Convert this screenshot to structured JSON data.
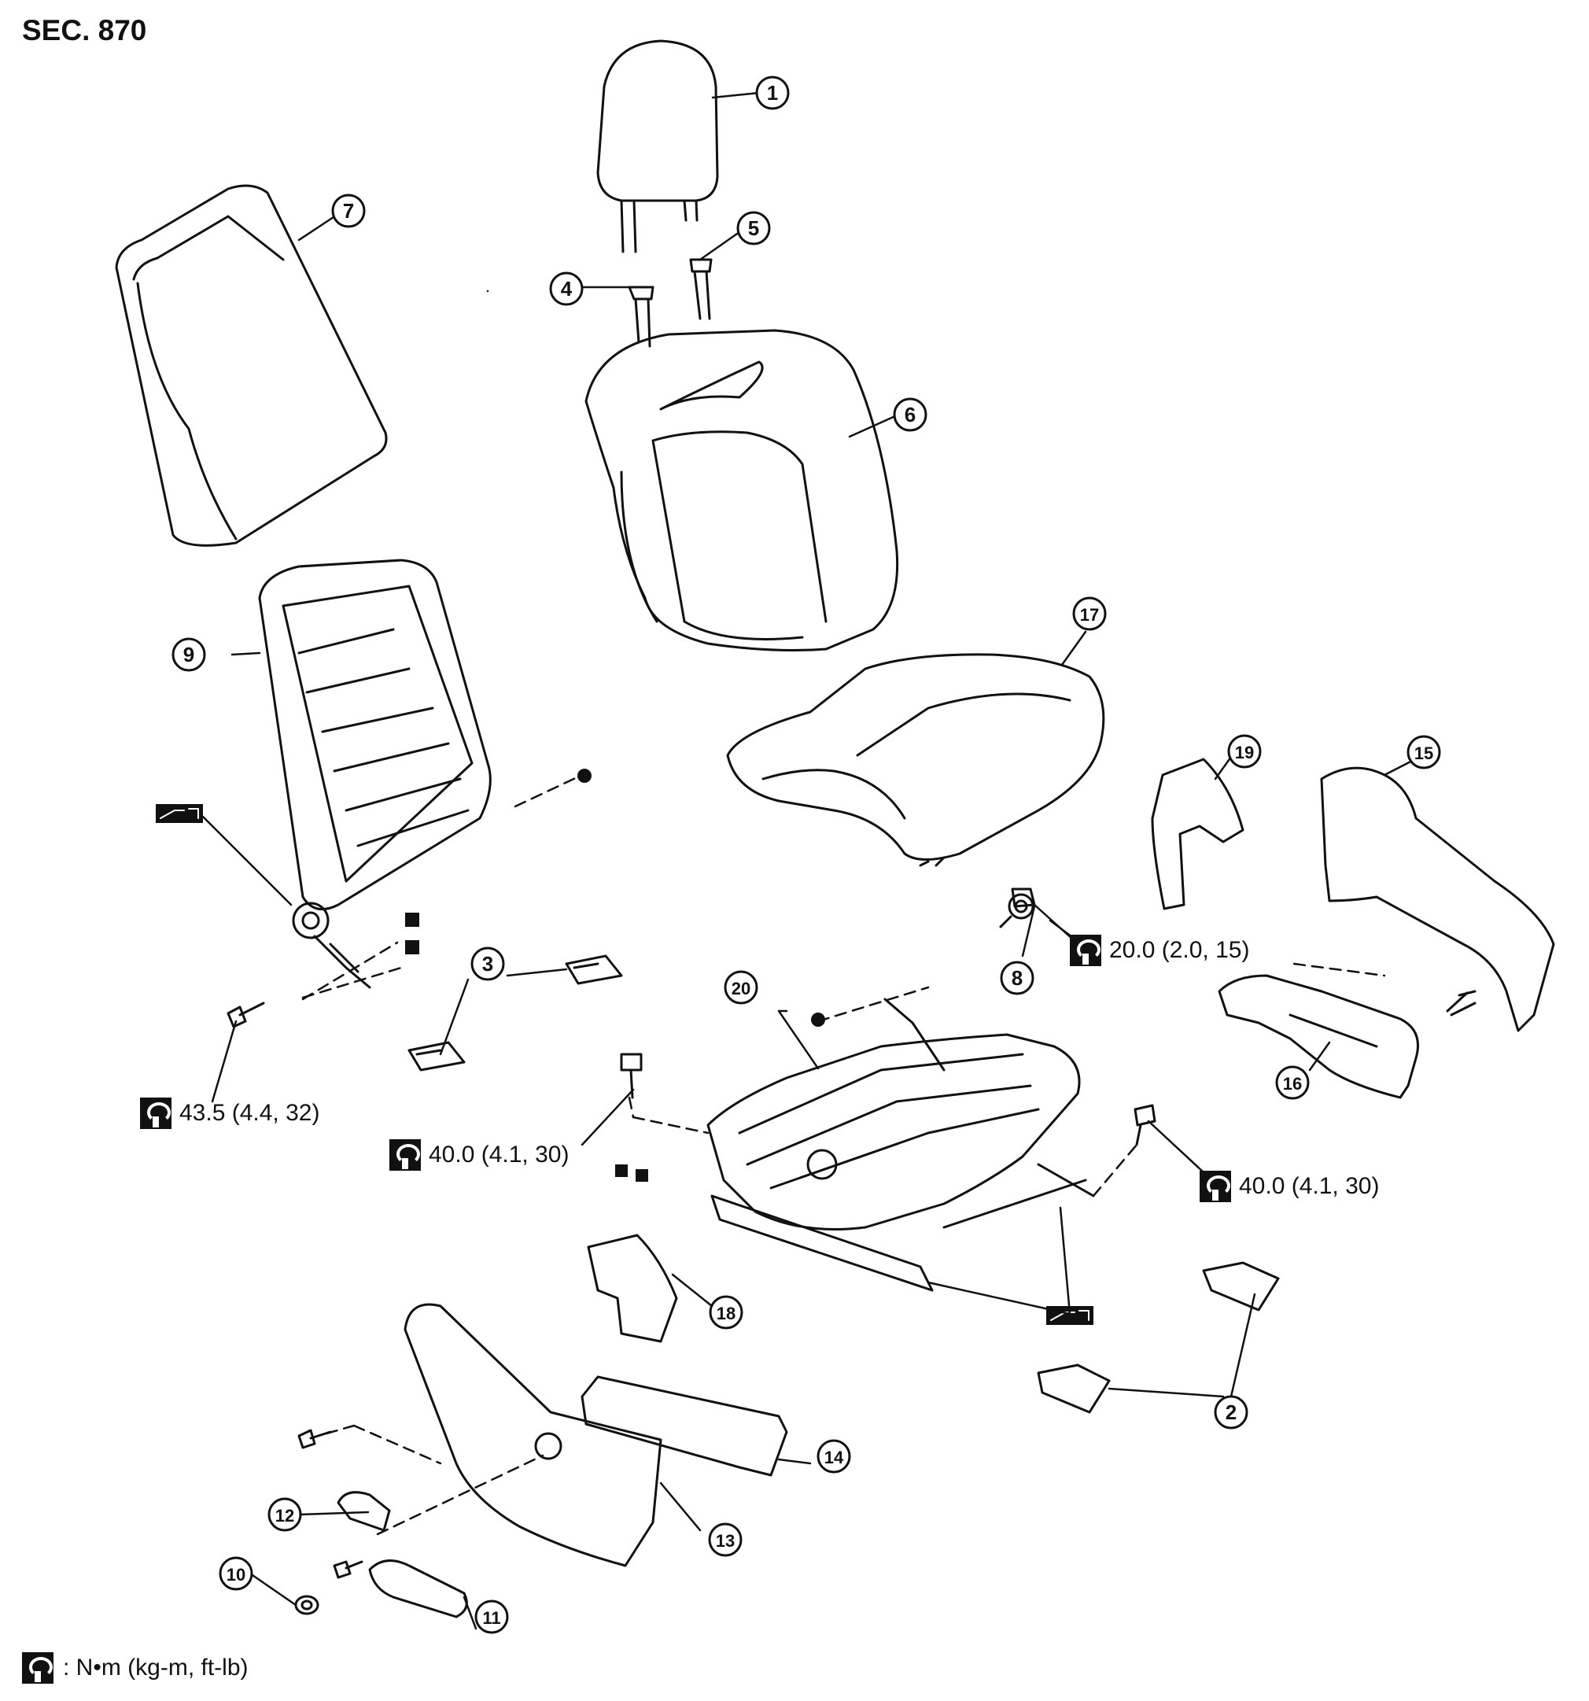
{
  "section_label": "SEC. 870",
  "legend_text": ": N•m (kg-m, ft-lb)",
  "torque_specs": {
    "t1": "20.0 (2.0, 15)",
    "t2": "43.5 (4.4, 32)",
    "t3": "40.0 (4.1, 30)",
    "t4": "40.0 (4.1, 30)"
  },
  "callouts": [
    "1",
    "2",
    "3",
    "4",
    "5",
    "6",
    "7",
    "8",
    "9",
    "10",
    "11",
    "12",
    "13",
    "14",
    "15",
    "16",
    "17",
    "18",
    "19",
    "20"
  ],
  "icons": [
    "torque-wrench-icon",
    "adjuster-symbol-icon"
  ]
}
